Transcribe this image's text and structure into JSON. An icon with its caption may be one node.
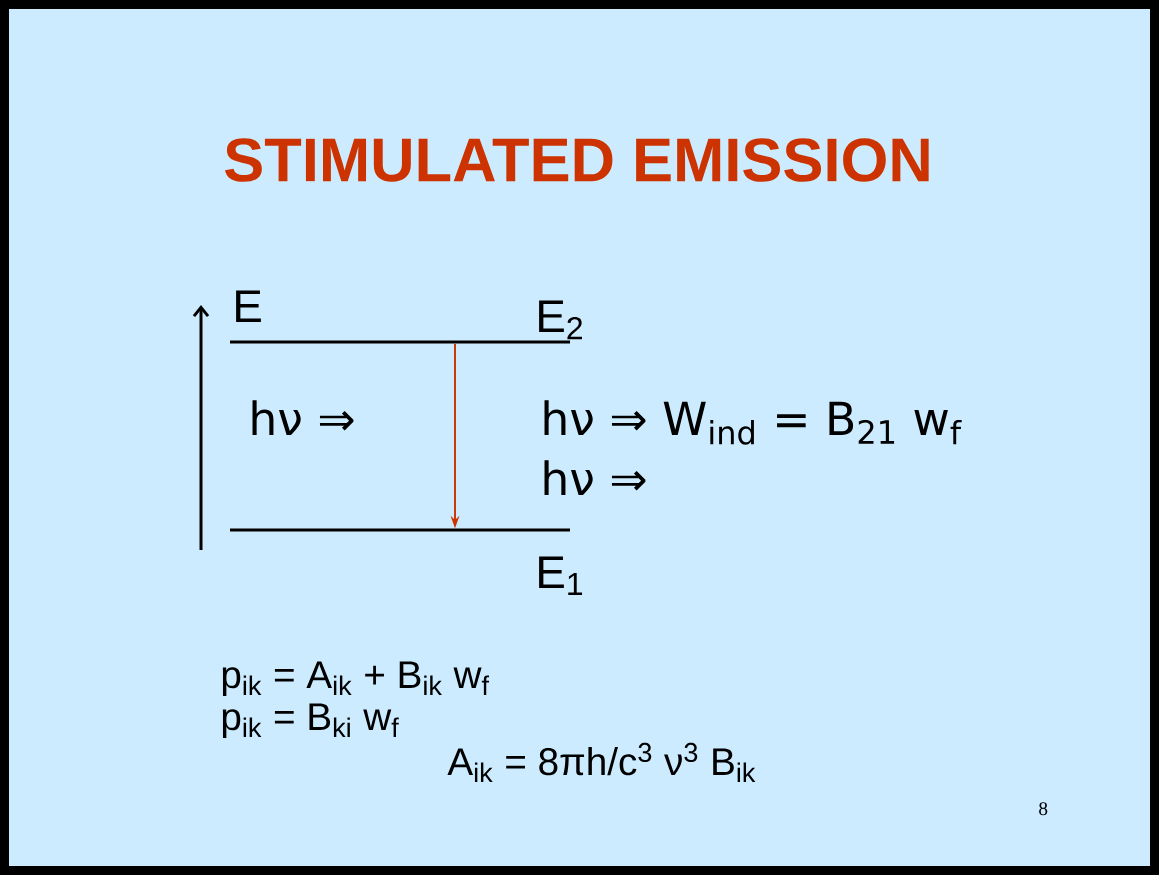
{
  "diagram": {
    "title": "STIMULATED EMISSION",
    "nodes": [
      {
        "text": [
          "E$_{2}$"
        ]
      },
      {
        "text": [
          "E$_{1}$"
        ]
      }
    ],
    "edges": [
      {
        "from": 0,
        "to": 1,
        "arrow": "to",
        "color": "#cc3300"
      }
    ],
    "labels": [
      "E",
      "hν ⇒",
      "hν ⇒ W$_{ind}$ = B$_{21}$ w$_{f}$",
      "hν ⇒",
      "p$_{ik}$ = A$_{ik}$ + B$_{ik}$ w$_{f}$",
      "p$_{ik}$ = B$_{ki}$ w$_{f}$",
      "A$_{ik}$ = 8πh/c$^{3}$ ν$^{3}$ B$_{ik}$",
      "8"
    ]
  }
}
